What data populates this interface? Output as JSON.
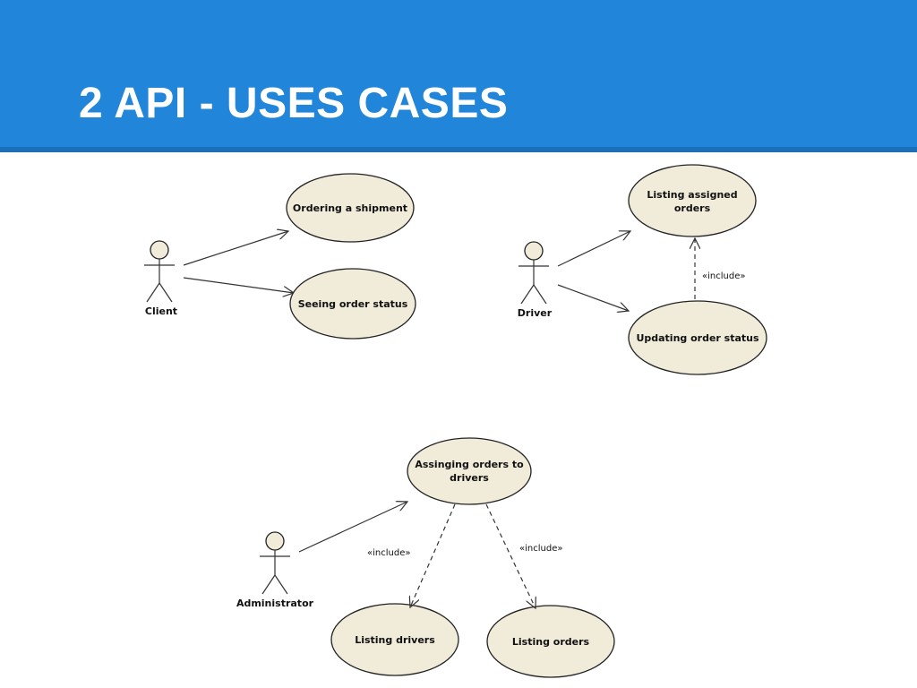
{
  "slide": {
    "title": "2 API - USES CASES"
  },
  "actors": {
    "client": "Client",
    "driver": "Driver",
    "administrator": "Administrator"
  },
  "use_cases": {
    "ordering_shipment": "Ordering a shipment",
    "seeing_order_status": "Seeing order status",
    "listing_assigned_orders": [
      "Listing assigned",
      "orders"
    ],
    "updating_order_status": "Updating order status",
    "assigning_orders": [
      "Assinging orders to",
      "drivers"
    ],
    "listing_drivers": "Listing drivers",
    "listing_orders": "Listing orders"
  },
  "relations": {
    "include_label": "«include»"
  }
}
